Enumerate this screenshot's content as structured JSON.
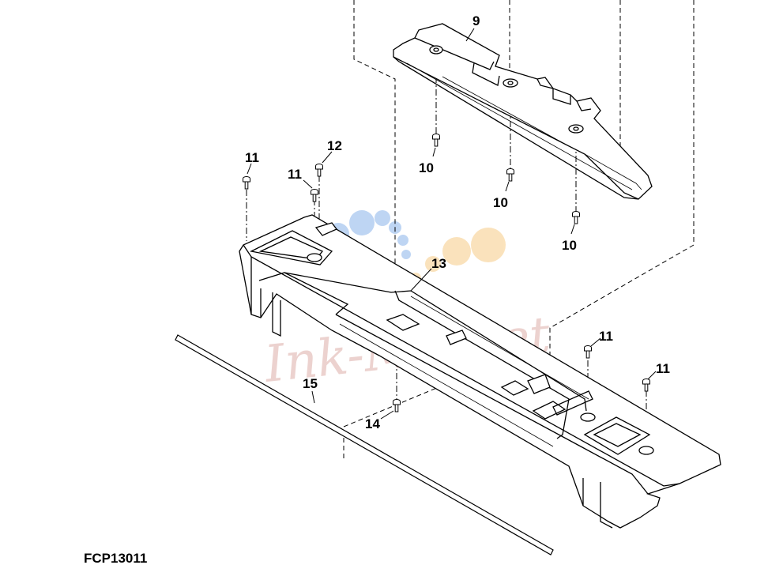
{
  "diagram": {
    "figure_code": "FCP13011",
    "callouts": {
      "c9": "9",
      "c10a": "10",
      "c10b": "10",
      "c10c": "10",
      "c11a": "11",
      "c11b": "11",
      "c11c": "11",
      "c11d": "11",
      "c12": "12",
      "c13": "13",
      "c14": "14",
      "c15": "15"
    },
    "watermark": {
      "text": "Ink-Market",
      "text_color": "#e8c8c4",
      "dot_color_blue": "#a9c7f0",
      "dot_color_orange": "#f9d9a6"
    },
    "line_color": "#000000"
  }
}
